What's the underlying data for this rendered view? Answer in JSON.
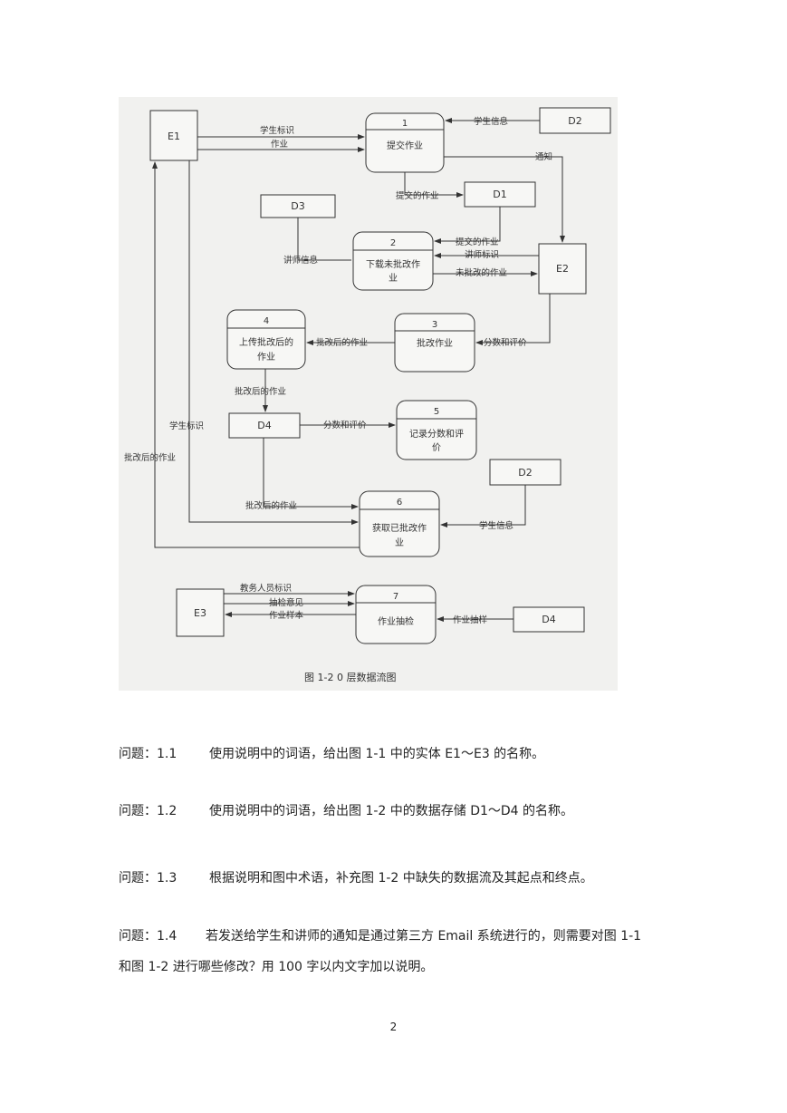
{
  "figure": {
    "caption": "图 1-2   0 层数据流图",
    "entities": {
      "e1": "E1",
      "e2": "E2",
      "e3": "E3"
    },
    "stores": {
      "d1": "D1",
      "d2a": "D2",
      "d2b": "D2",
      "d3": "D3",
      "d4a": "D4",
      "d4b": "D4"
    },
    "processes": {
      "p1": {
        "num": "1",
        "name": "提交作业"
      },
      "p2": {
        "num": "2",
        "name1": "下载未批改作",
        "name2": "业"
      },
      "p3": {
        "num": "3",
        "name": "批改作业"
      },
      "p4": {
        "num": "4",
        "name1": "上传批改后的",
        "name2": "作业"
      },
      "p5": {
        "num": "5",
        "name1": "记录分数和评",
        "name2": "价"
      },
      "p6": {
        "num": "6",
        "name1": "获取已批改作",
        "name2": "业"
      },
      "p7": {
        "num": "7",
        "name": "作业抽检"
      }
    },
    "flows": {
      "student_id_1": "学生标识",
      "homework": "作业",
      "student_info_1": "学生信息",
      "notify": "通知",
      "submitted_hw_1": "提交的作业",
      "submitted_hw_2": "提交的作业",
      "teacher_id": "讲师标识",
      "teacher_info": "讲师信息",
      "ungraded_hw": "未批改的作业",
      "graded_hw_1": "批改后的作业",
      "score_eval_1": "分数和评价",
      "graded_hw_2": "批改后的作业",
      "student_id_2": "学生标识",
      "graded_hw_left": "批改后的作业",
      "score_eval_2": "分数和评价",
      "graded_hw_3": "批改后的作业",
      "student_info_2": "学生信息",
      "staff_id": "教务人员标识",
      "audit_opinion": "抽检意见",
      "hw_sample": "作业样本",
      "hw_sampling": "作业抽样"
    }
  },
  "questions": [
    {
      "num": "问题：1.1",
      "text": "使用说明中的词语，给出图 1-1 中的实体 E1～E3 的名称。"
    },
    {
      "num": "问题：1.2",
      "text": "使用说明中的词语，给出图 1-2 中的数据存储 D1～D4 的名称。"
    },
    {
      "num": "问题：1.3",
      "text": "根据说明和图中术语，补充图 1-2 中缺失的数据流及其起点和终点。"
    },
    {
      "num": "问题：1.4",
      "text": "若发送给学生和讲师的通知是通过第三方 Email 系统进行的，则需要对图 1-1",
      "text2": "和图 1-2 进行哪些修改？用 100 字以内文字加以说明。"
    }
  ],
  "page_number": "2"
}
